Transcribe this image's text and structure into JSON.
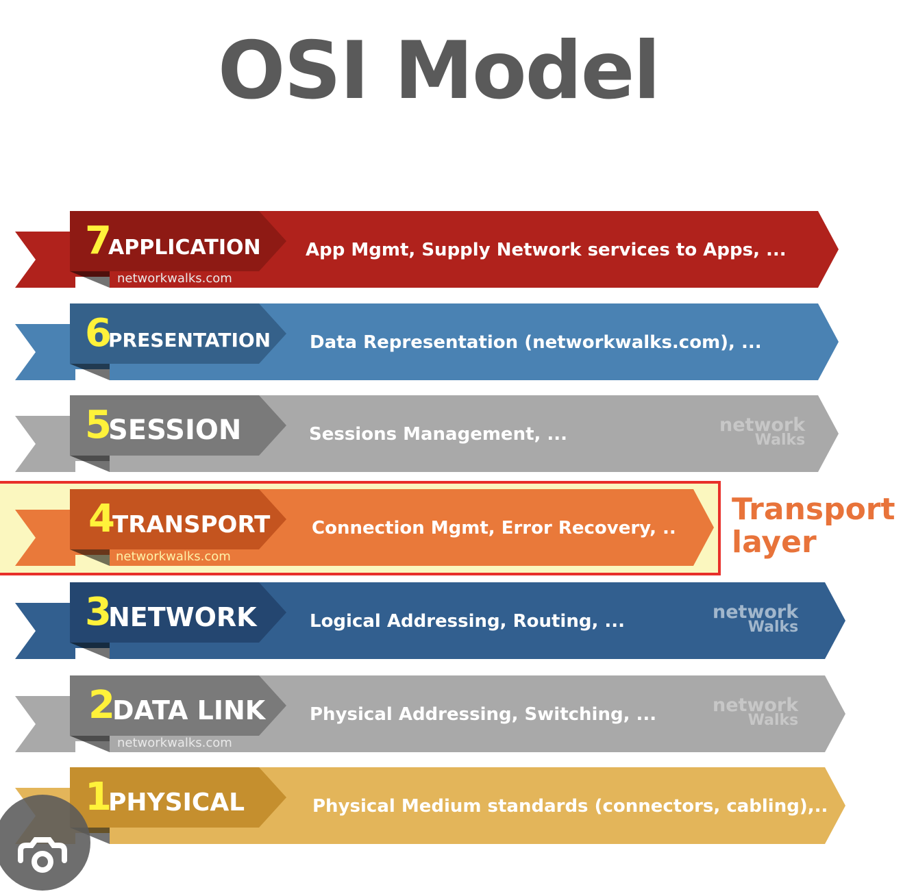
{
  "title": "OSI Model",
  "layers": [
    {
      "number": "7",
      "name": "APPLICATION",
      "description": "App Mgmt, Supply Network services to Apps, ...",
      "site": "networkwalks.com",
      "color": "#b0221c",
      "dark": "#8e1a14"
    },
    {
      "number": "6",
      "name": "PRESENTATION",
      "description": "Data Representation (networkwalks.com), ...",
      "site": "",
      "color": "#4a82b3",
      "dark": "#35618a"
    },
    {
      "number": "5",
      "name": "SESSION",
      "description": "Sessions Management, ...",
      "site": "",
      "color": "#a9a9a9",
      "dark": "#7a7a7a"
    },
    {
      "number": "4",
      "name": "TRANSPORT",
      "description": "Connection Mgmt, Error Recovery, ..",
      "site": "networkwalks.com",
      "color": "#e9793a",
      "dark": "#c4541f"
    },
    {
      "number": "3",
      "name": "NETWORK",
      "description": "Logical Addressing, Routing, ...",
      "site": "",
      "color": "#325f8f",
      "dark": "#244670"
    },
    {
      "number": "2",
      "name": "DATA LINK",
      "description": "Physical Addressing, Switching, ...",
      "site": "networkwalks.com",
      "color": "#a9a9a9",
      "dark": "#7a7a7a"
    },
    {
      "number": "1",
      "name": "PHYSICAL",
      "description": "Physical Medium standards (connectors, cabling),..",
      "site": "",
      "color": "#e3b55a",
      "dark": "#c58f2e"
    }
  ],
  "watermark": {
    "line1": "network",
    "line2": "Walks"
  },
  "callout": {
    "line1": "Transport",
    "line2": "layer"
  },
  "icons": {
    "lens": "camera-search-icon",
    "network-logo": "networkwalks-logo-icon"
  }
}
